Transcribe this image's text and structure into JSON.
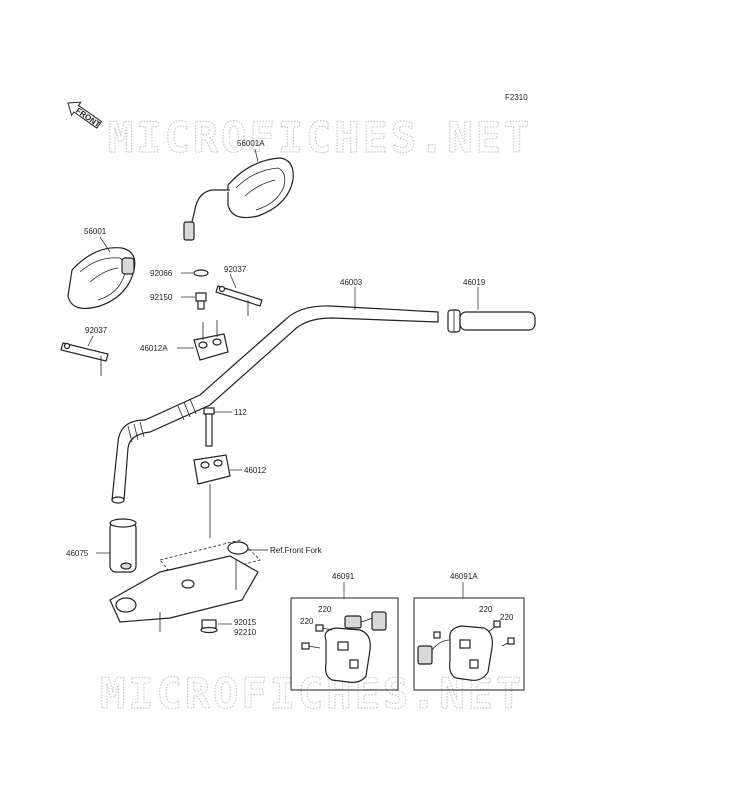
{
  "figure_code": "F2310",
  "front_badge": "FRONT",
  "watermark": "MICROFICHES.NET",
  "callouts": {
    "mirror_right": "56001A",
    "mirror_left": "56001",
    "washer": "92066",
    "bolt": "92150",
    "bracket_upper": "92037",
    "bracket_lower": "92037",
    "handlebar": "46003",
    "grip_right": "46019",
    "holder_upper": "46012A",
    "bolt_112": "112",
    "holder_lower": "46012",
    "grip_left": "46075",
    "ref_front_fork": "Ref.Front Fork",
    "nut": "92015",
    "washer_lower": "92210",
    "switch_left": "46091",
    "switch_right": "46091A",
    "screw_l1": "220",
    "screw_l2": "220",
    "screw_r1": "220",
    "screw_r2": "220"
  }
}
